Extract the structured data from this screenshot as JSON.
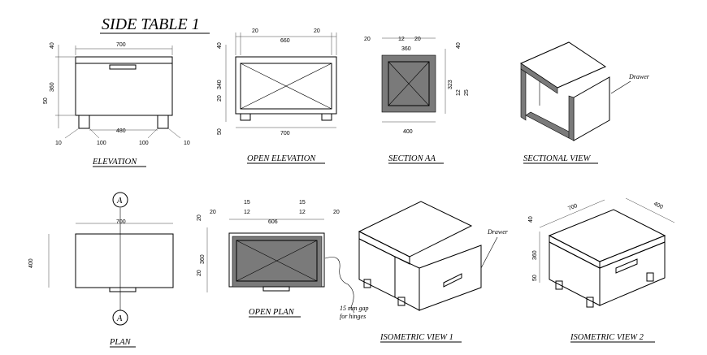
{
  "title": "SIDE TABLE 1",
  "views": {
    "elevation": {
      "label": "ELEVATION",
      "dims": {
        "w": "700",
        "h": "360",
        "top": "40",
        "leg": "50",
        "inner": "480",
        "l10": "10",
        "l100": "100",
        "r100": "100",
        "r10": "10"
      }
    },
    "open_elevation": {
      "label": "OPEN ELEVATION",
      "dims": {
        "w": "700",
        "inner": "660",
        "l20": "20",
        "r20": "20",
        "top": "40",
        "h340": "340",
        "side20": "20",
        "leg": "50"
      }
    },
    "section_aa": {
      "label": "SECTION AA",
      "dims": {
        "d20a": "20",
        "d12": "12",
        "d20b": "20",
        "d360": "360",
        "d400": "400",
        "top": "40",
        "d323": "323",
        "d12r": "12",
        "d25": "25"
      }
    },
    "sectional_view": {
      "label": "SECTIONAL VIEW",
      "note": "Drawer"
    },
    "plan": {
      "label": "PLAN",
      "section_mark": "A",
      "dims": {
        "w": "700",
        "d": "400"
      }
    },
    "open_plan": {
      "label": "OPEN PLAN",
      "note": "15 mm gap\nfor hinges",
      "dims": {
        "l15": "15",
        "l12": "12",
        "l20": "20",
        "r15": "15",
        "r12": "12",
        "r20": "20",
        "inner": "606",
        "l20v": "20",
        "h360": "360",
        "b20": "20"
      }
    },
    "iso1": {
      "label": "ISOMETRIC VIEW 1",
      "note": "Drawer",
      "gap_note_1": "15 mm gap",
      "gap_note_2": "for hinges"
    },
    "iso2": {
      "label": "ISOMETRIC VIEW 2",
      "dims": {
        "w": "700",
        "d": "400",
        "top": "40",
        "h": "360",
        "leg": "50"
      }
    }
  }
}
